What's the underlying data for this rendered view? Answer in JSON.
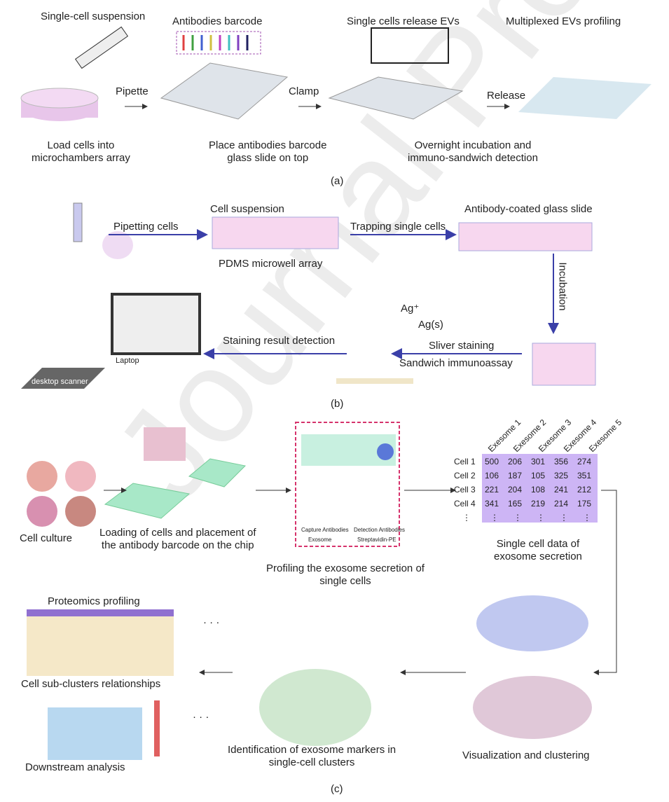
{
  "watermark": "Journal Pre-proof",
  "panel_a": {
    "label": "(a)",
    "single_cell": "Single-cell\nsuspension",
    "barcode": "Antibodies barcode",
    "release_evs": "Single cells release EVs",
    "multiplexed": "Multiplexed EVs profiling",
    "pipette": "Pipette",
    "clamp": "Clamp",
    "release": "Release",
    "load": "Load cells into\nmicrochambers array",
    "place": "Place antibodies barcode\nglass slide on top",
    "overnight": "Overnight incubation and\nimmuno-sandwich detection"
  },
  "panel_b": {
    "label": "(b)",
    "cell_suspension": "Cell suspension",
    "antibody_slide": "Antibody-coated glass slide",
    "pipetting": "Pipetting cells",
    "trapping": "Trapping single cells",
    "pdms": "PDMS microwell array",
    "incubation": "Incubation",
    "ag_plus": "Ag⁺",
    "ag_s": "Ag(s)",
    "staining_detection": "Staining result detection",
    "sliver": "Sliver staining",
    "sandwich": "Sandwich immunoassay",
    "laptop": "Laptop",
    "scanner": "desktop scanner"
  },
  "panel_c": {
    "label": "(c)",
    "cell_culture": "Cell culture",
    "loading": "Loading of cells and placement of\nthe antibody barcode on the chip",
    "profiling": "Profiling the exosome secretion of\nsingle cells",
    "legend": [
      "Capture Antibodies",
      "Detection Antibodies",
      "Exosome",
      "Streptavidin-PE"
    ],
    "table": {
      "columns": [
        "Exesome 1",
        "Exesome 2",
        "Exesome 3",
        "Exesome 4",
        "Exesome 5"
      ],
      "rows": [
        {
          "label": "Cell 1",
          "values": [
            "500",
            "206",
            "301",
            "356",
            "274"
          ]
        },
        {
          "label": "Cell 2",
          "values": [
            "106",
            "187",
            "105",
            "325",
            "351"
          ]
        },
        {
          "label": "Cell 3",
          "values": [
            "221",
            "204",
            "108",
            "241",
            "212"
          ]
        },
        {
          "label": "Cell 4",
          "values": [
            "341",
            "165",
            "219",
            "214",
            "175"
          ]
        }
      ],
      "ellipsis": "⋮"
    },
    "single_cell_data": "Single cell data of\nexosome secretion",
    "proteomics": "Proteomics profiling",
    "subclusters": "Cell sub-clusters relationships",
    "downstream": "Downstream analysis",
    "identification": "Identification of exosome markers in\nsingle-cell clusters",
    "visualization": "Visualization and clustering",
    "dots": "· · ·"
  },
  "colors": {
    "arrow_blue": "#3a3fa8",
    "table_bg": "#cdb5f5",
    "dashed_box": "#d6336c",
    "pink_chip": "#f3c6e8",
    "mint": "#c8f0e0"
  }
}
